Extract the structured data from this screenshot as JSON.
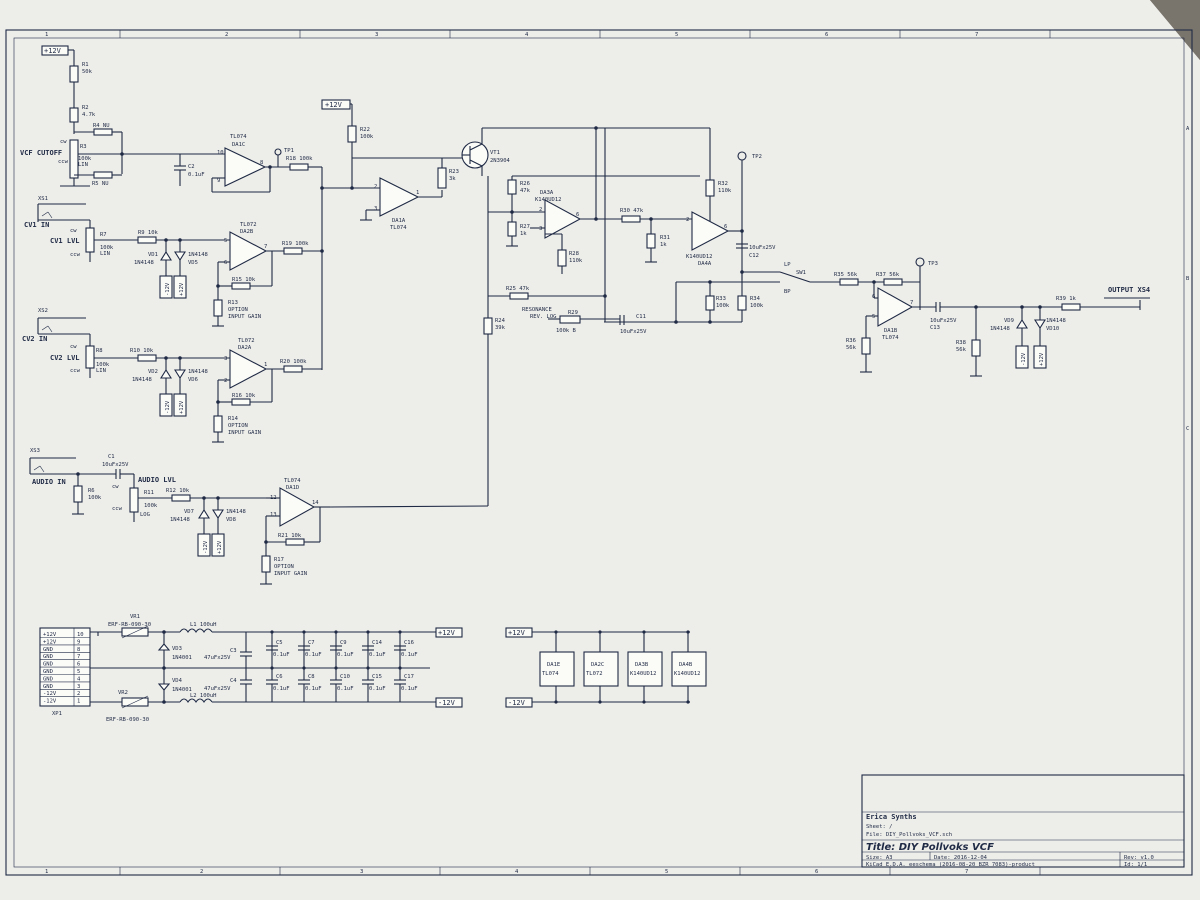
{
  "border": {
    "top_numbers": [
      "1",
      "2",
      "3",
      "4",
      "5",
      "6",
      "7"
    ],
    "bottom_numbers": [
      "1",
      "2",
      "3",
      "4",
      "5",
      "6",
      "7"
    ],
    "right_letters": [
      "A",
      "B",
      "C"
    ]
  },
  "title_block": {
    "company": "Erica Synths",
    "sheet": "Sheet: /",
    "file": "File: DIY_Pollvoks_VCF.sch",
    "title": "Title: DIY Pollvoks VCF",
    "size": "Size: A3",
    "date": "Date: 2016-12-04",
    "tool": "KiCad E.D.A.  eeschema (2016-08-20 BZR 7083)-product",
    "rev": "Rev: v1.0",
    "id": "Id: 1/1"
  },
  "power": {
    "p12": "+12V",
    "m12": "-12V"
  },
  "input": {
    "vcf_cutoff": "VCF CUTOFF",
    "xs1": "XS1",
    "cv1_in": "CV1 IN",
    "cv1_lvl": "CV1 LVL",
    "xs2": "XS2",
    "cv2_in": "CV2 IN",
    "cv2_lvl": "CV2 LVL",
    "xs3": "XS3",
    "audio_in": "AUDIO IN",
    "audio_lvl": "AUDIO LVL",
    "resonance": "RESONANCE",
    "rev_log": "REV. LOG",
    "output": "OUTPUT XS4"
  },
  "parts": {
    "r1": "R1",
    "r1v": "50k",
    "r2": "R2",
    "r2v": "4.7k",
    "r4": "R4 NU",
    "r3": "R3",
    "r3v": "100k",
    "r3t": "LIN",
    "r5": "R5 NU",
    "c2": "C2",
    "c2v": "0.1uF",
    "da1c": "TL074",
    "da1c2": "DA1C",
    "tp1": "TP1",
    "r18": "R18 100k",
    "r22": "R22",
    "r22v": "100k",
    "r23": "R23",
    "r23v": "3k",
    "da1a": "DA1A",
    "da1a2": "TL074",
    "vt1": "VT1",
    "vt1v": "2N3904",
    "r7": "R7",
    "r7v": "100k",
    "r7t": "LIN",
    "r9": "R9 10k",
    "vd1": "VD1",
    "vd1v": "1N4148",
    "vd5": "1N4148",
    "vd5n": "VD5",
    "da2b": "TL072",
    "da2b2": "DA2B",
    "r19": "R19 100k",
    "r15": "R15 10k",
    "r13": "R13",
    "r13o": "OPTION",
    "r13g": "INPUT GAIN",
    "r8": "R8",
    "r8v": "100k",
    "r8t": "LIN",
    "r10": "R10 10k",
    "vd2": "VD2",
    "vd2v": "1N4148",
    "vd6": "1N4148",
    "vd6n": "VD6",
    "da2a": "TL072",
    "da2a2": "DA2A",
    "r20": "R20 100k",
    "r16": "R16 10k",
    "r14": "R14",
    "r14o": "OPTION",
    "r14g": "INPUT GAIN",
    "c1": "C1",
    "c1v": "10uFx25V",
    "r6": "R6",
    "r6v": "100k",
    "r11": "R11",
    "r11v": "100k",
    "r11t": "LOG",
    "r12": "R12 10k",
    "vd7": "VD7",
    "vd7v": "1N4148",
    "vd8": "1N4148",
    "vd8n": "VD8",
    "da1d": "TL074",
    "da1d2": "DA1D",
    "r21": "R21 10k",
    "r17": "R17",
    "r17o": "OPTION",
    "r17g": "INPUT GAIN",
    "r26": "R26",
    "r26v": "47k",
    "da3a": "DA3A",
    "da3a2": "K140UD12",
    "r27": "R27",
    "r27v": "1k",
    "r28": "R28",
    "r28v": "110k",
    "r30": "R30 47k",
    "r31": "R31",
    "r31v": "1k",
    "da4a": "K140UD12",
    "da4a2": "DA4A",
    "r32": "R32",
    "r32v": "110k",
    "tp2": "TP2",
    "c12": "10uFx25V",
    "c12n": "C12",
    "r25": "R25 47k",
    "r29": "R29",
    "r29v": "100k B",
    "r24": "R24",
    "r24v": "39k",
    "c11": "C11",
    "c11v": "10uFx25V",
    "r33": "R33",
    "r33v": "100k",
    "r34": "R34",
    "r34v": "100k",
    "lp": "LP",
    "bp": "BP",
    "sw1": "SW1",
    "r35": "R35 56k",
    "r37": "R37 56k",
    "tp3": "TP3",
    "da1b": "DA1B",
    "da1b2": "TL074",
    "r36": "R36",
    "r36v": "56k",
    "c13v": "10uFx25V",
    "c13": "C13",
    "r38": "R38",
    "r38v": "56k",
    "vd9": "VD9",
    "vd9v": "1N4148",
    "vd10": "1N4148",
    "vd10n": "VD10",
    "r39": "R39 1k",
    "vr1": "VR1",
    "vr1v": "ERF-RB-090-30",
    "vr2": "VR2",
    "vr2v": "ERF-RB-090-30",
    "l1": "L1 100uH",
    "l2": "L2 100uH",
    "vd3": "VD3",
    "vd3v": "1N4001",
    "vd4": "VD4",
    "vd4v": "1N4001",
    "c3": "C3",
    "c3v": "47uFx25V",
    "c4": "C4",
    "c4v": "47uFx25V",
    "xp1": "XP1",
    "cw": "cw",
    "ccw": "ccw"
  },
  "caps_top": [
    {
      "name": "C5",
      "value": "0.1uF"
    },
    {
      "name": "C7",
      "value": "0.1uF"
    },
    {
      "name": "C9",
      "value": "0.1uF"
    },
    {
      "name": "C14",
      "value": "0.1uF"
    },
    {
      "name": "C16",
      "value": "0.1uF"
    }
  ],
  "caps_bot": [
    {
      "name": "C6",
      "value": "0.1uF"
    },
    {
      "name": "C8",
      "value": "0.1uF"
    },
    {
      "name": "C10",
      "value": "0.1uF"
    },
    {
      "name": "C15",
      "value": "0.1uF"
    },
    {
      "name": "C17",
      "value": "0.1uF"
    }
  ],
  "connector_pins": [
    {
      "label": "+12V",
      "num": "10"
    },
    {
      "label": "+12V",
      "num": "9"
    },
    {
      "label": "GND",
      "num": "8"
    },
    {
      "label": "GND",
      "num": "7"
    },
    {
      "label": "GND",
      "num": "6"
    },
    {
      "label": "GND",
      "num": "5"
    },
    {
      "label": "GND",
      "num": "4"
    },
    {
      "label": "GND",
      "num": "3"
    },
    {
      "label": "-12V",
      "num": "2"
    },
    {
      "label": "-12V",
      "num": "1"
    }
  ],
  "power_units": [
    {
      "line1": "DA1E",
      "line2": "TL074"
    },
    {
      "line1": "DA2C",
      "line2": "TL072"
    },
    {
      "line1": "DA3B",
      "line2": "K140UD12"
    },
    {
      "line1": "DA4B",
      "line2": "K140UD12"
    }
  ],
  "pins": {
    "p10": "10",
    "p9": "9",
    "p8": "8",
    "p3": "3",
    "p2": "2",
    "p1": "1",
    "p5": "5",
    "p6": "6",
    "p7": "7",
    "p12": "12",
    "p13": "13",
    "p14": "14",
    "p4": "4"
  }
}
